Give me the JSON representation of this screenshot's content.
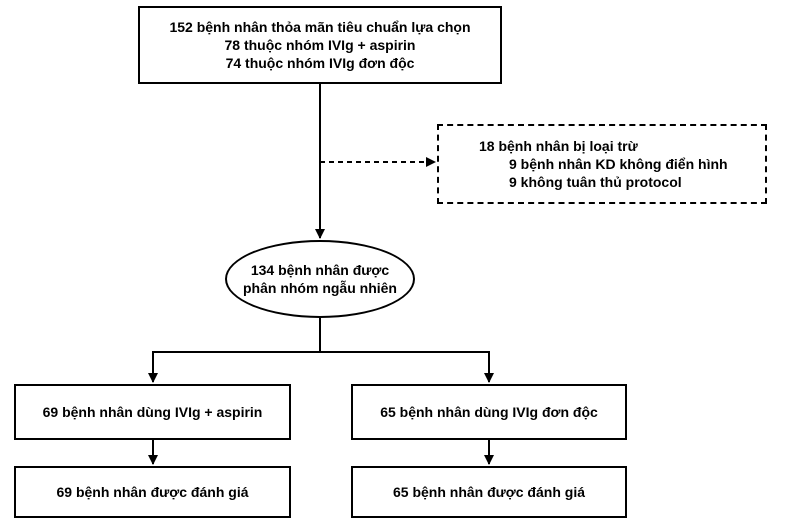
{
  "top": {
    "line1_num": "152",
    "line1_text": " bệnh nhân thỏa mãn tiêu chuẩn lựa chọn",
    "line2_num": "78",
    "line2_text": " thuộc nhóm IVIg + aspirin",
    "line3_num": "74",
    "line3_text": " thuộc nhóm IVIg đơn độc"
  },
  "excluded": {
    "line1_num": "18",
    "line1_text": " bệnh nhân bị loại trừ",
    "line2_num": "9",
    "line2_text": " bệnh nhân KD không điển hình",
    "line3_num": "9",
    "line3_text": " không tuân thủ protocol"
  },
  "randomized": {
    "line1_num": "134",
    "line1_text": " bệnh nhân được",
    "line2_text": "phân nhóm ngẫu nhiên"
  },
  "arm_aspirin": {
    "num": "69",
    "text": " bệnh nhân dùng IVIg + aspirin"
  },
  "arm_alone": {
    "num": "65",
    "text": " bệnh nhân dùng IVIg đơn độc"
  },
  "eval_aspirin": {
    "num": "69",
    "text": " bệnh nhân được đánh giá"
  },
  "eval_alone": {
    "num": "65",
    "text": " bệnh nhân được đánh giá"
  }
}
